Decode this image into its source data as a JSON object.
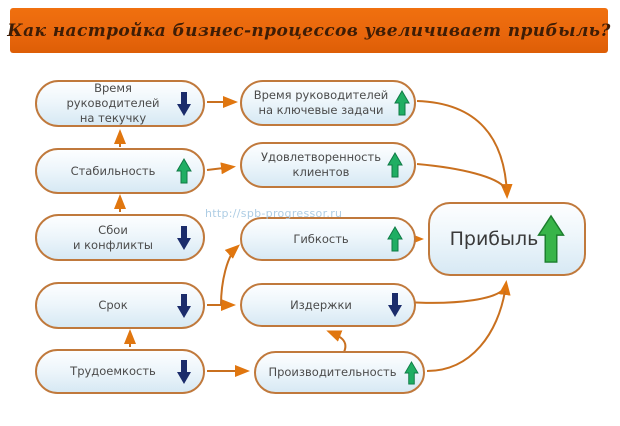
{
  "header": {
    "title": "Как настройка бизнес-процессов увеличивает прибыль?"
  },
  "watermark": {
    "url_text": "http://spb-progressor.ru"
  },
  "colors": {
    "banner_orange": "#E8660C",
    "node_border": "#C0793C",
    "node_fill_bottom": "#D7E9F4",
    "connector_orange": "#C9701F",
    "arrowhead_orange": "#E0760F",
    "trend_up_green": "#1FAE63",
    "trend_down_navy": "#1B2C6B",
    "profit_arrow_green": "#38B449"
  },
  "nodes": {
    "time_routine": {
      "label": "Время руководителей\nна текучку",
      "trend": "down"
    },
    "time_key": {
      "label": "Время руководителей\nна ключевые задачи",
      "trend": "up"
    },
    "stability": {
      "label": "Стабильность",
      "trend": "up"
    },
    "satisfaction": {
      "label": "Удовлетворенность\nклиентов",
      "trend": "up"
    },
    "failures": {
      "label": "Сбои\nи конфликты",
      "trend": "down"
    },
    "flexibility": {
      "label": "Гибкость",
      "trend": "up"
    },
    "deadline": {
      "label": "Срок",
      "trend": "down"
    },
    "costs": {
      "label": "Издержки",
      "trend": "down"
    },
    "labor": {
      "label": "Трудоемкость",
      "trend": "down"
    },
    "productivity": {
      "label": "Производительность",
      "trend": "up"
    },
    "profit": {
      "label": "Прибыль",
      "trend": "up"
    }
  },
  "edges": [
    "time_routine -> time_key",
    "stability -> time_routine",
    "stability -> satisfaction",
    "failures -> stability",
    "deadline -> flexibility",
    "deadline -> costs",
    "labor -> deadline",
    "labor -> productivity",
    "productivity -> costs",
    "time_key -> profit",
    "satisfaction -> profit",
    "flexibility -> profit",
    "costs -> profit",
    "productivity -> profit"
  ]
}
